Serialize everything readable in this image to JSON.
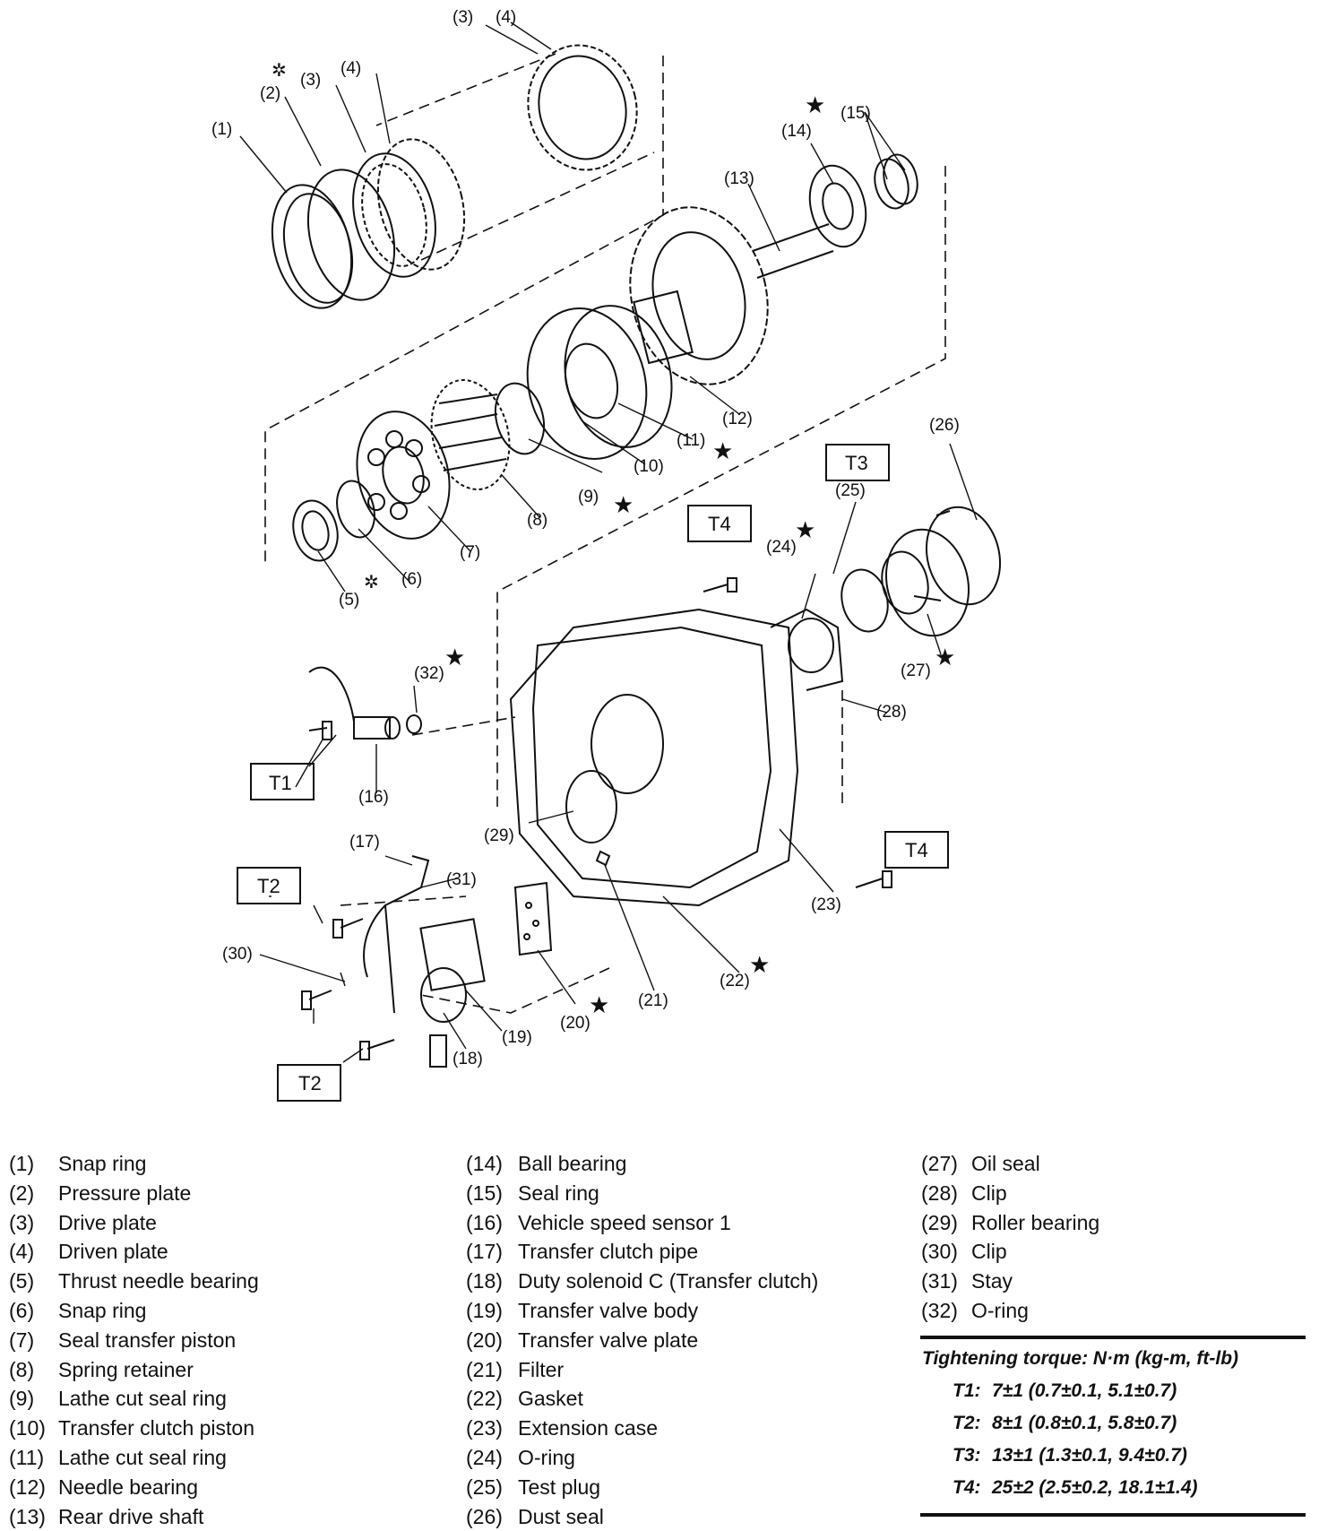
{
  "callouts": {
    "c1": "(1)",
    "c2": "(2)",
    "c3a": "(3)",
    "c4a": "(4)",
    "c3b": "(3)",
    "c4b": "(4)",
    "c5": "(5)",
    "c6": "(6)",
    "c7": "(7)",
    "c8": "(8)",
    "c9": "(9)",
    "c10": "(10)",
    "c11": "(11)",
    "c12": "(12)",
    "c13": "(13)",
    "c14": "(14)",
    "c15": "(15)",
    "c16": "(16)",
    "c17": "(17)",
    "c18": "(18)",
    "c19": "(19)",
    "c20": "(20)",
    "c21": "(21)",
    "c22": "(22)",
    "c23": "(23)",
    "c24": "(24)",
    "c25": "(25)",
    "c26": "(26)",
    "c27": "(27)",
    "c28": "(28)",
    "c29": "(29)",
    "c30": "(30)",
    "c31": "(31)",
    "c32": "(32)"
  },
  "torque_boxes": {
    "t1": "T1",
    "t2a": "T2",
    "t2b": "T2",
    "t3": "T3",
    "t4a": "T4",
    "t4b": "T4"
  },
  "symbols": {
    "star": "★",
    "asterisk": "✲"
  },
  "legend": {
    "col1": [
      {
        "num": "(1)",
        "name": "Snap ring"
      },
      {
        "num": "(2)",
        "name": "Pressure plate"
      },
      {
        "num": "(3)",
        "name": "Drive plate"
      },
      {
        "num": "(4)",
        "name": "Driven plate"
      },
      {
        "num": "(5)",
        "name": "Thrust needle bearing"
      },
      {
        "num": "(6)",
        "name": "Snap ring"
      },
      {
        "num": "(7)",
        "name": "Seal transfer piston"
      },
      {
        "num": "(8)",
        "name": "Spring retainer"
      },
      {
        "num": "(9)",
        "name": "Lathe cut seal ring"
      },
      {
        "num": "(10)",
        "name": "Transfer clutch piston"
      },
      {
        "num": "(11)",
        "name": "Lathe cut seal ring"
      },
      {
        "num": "(12)",
        "name": "Needle bearing"
      },
      {
        "num": "(13)",
        "name": "Rear drive shaft"
      }
    ],
    "col2": [
      {
        "num": "(14)",
        "name": "Ball bearing"
      },
      {
        "num": "(15)",
        "name": "Seal ring"
      },
      {
        "num": "(16)",
        "name": "Vehicle speed sensor 1"
      },
      {
        "num": "(17)",
        "name": "Transfer clutch pipe"
      },
      {
        "num": "(18)",
        "name": "Duty solenoid C (Transfer clutch)"
      },
      {
        "num": "(19)",
        "name": "Transfer valve body"
      },
      {
        "num": "(20)",
        "name": "Transfer valve plate"
      },
      {
        "num": "(21)",
        "name": "Filter"
      },
      {
        "num": "(22)",
        "name": "Gasket"
      },
      {
        "num": "(23)",
        "name": "Extension case"
      },
      {
        "num": "(24)",
        "name": "O-ring"
      },
      {
        "num": "(25)",
        "name": "Test plug"
      },
      {
        "num": "(26)",
        "name": "Dust seal"
      }
    ],
    "col3": [
      {
        "num": "(27)",
        "name": "Oil seal"
      },
      {
        "num": "(28)",
        "name": "Clip"
      },
      {
        "num": "(29)",
        "name": "Roller bearing"
      },
      {
        "num": "(30)",
        "name": "Clip"
      },
      {
        "num": "(31)",
        "name": "Stay"
      },
      {
        "num": "(32)",
        "name": "O-ring"
      }
    ]
  },
  "torque": {
    "title": "Tightening torque: N·m (kg-m, ft-lb)",
    "rows": [
      {
        "key": "T1:",
        "value": "7±1 (0.7±0.1, 5.1±0.7)"
      },
      {
        "key": "T2:",
        "value": "8±1 (0.8±0.1, 5.8±0.7)"
      },
      {
        "key": "T3:",
        "value": "13±1 (1.3±0.1, 9.4±0.7)"
      },
      {
        "key": "T4:",
        "value": "25±2 (2.5±0.2, 18.1±1.4)"
      }
    ]
  }
}
